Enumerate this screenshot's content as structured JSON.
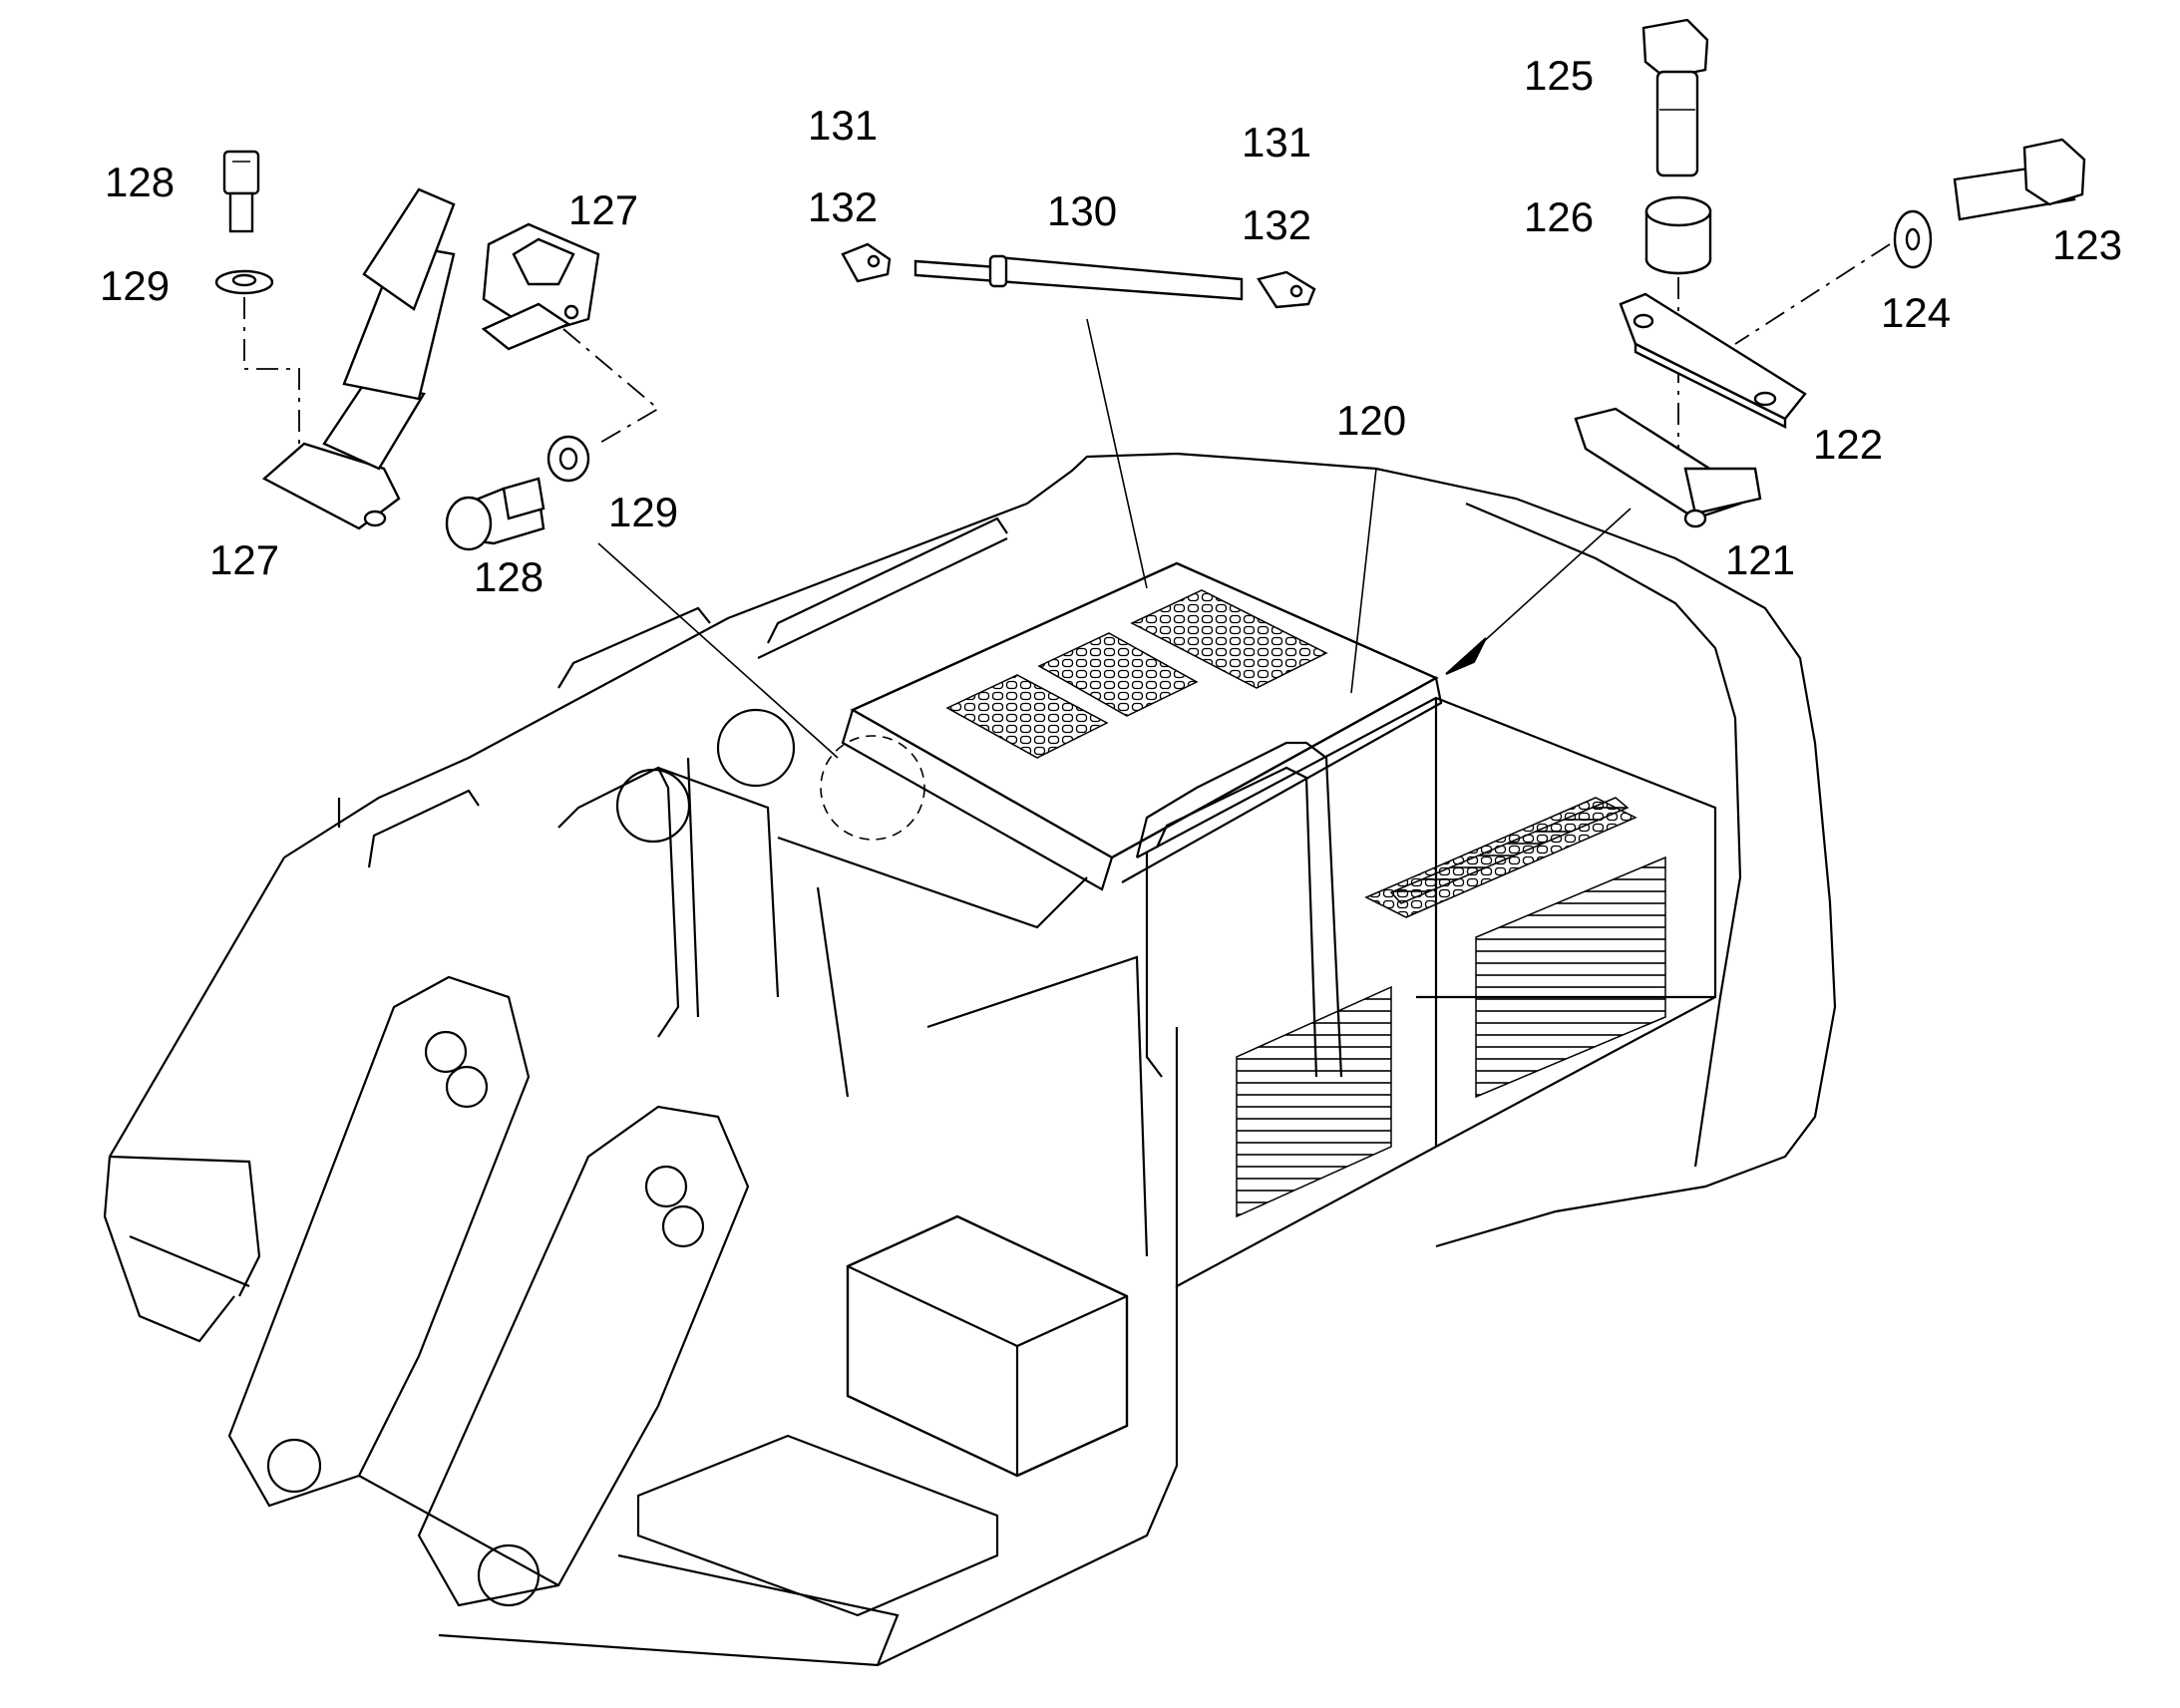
{
  "callouts": {
    "c120": "120",
    "c121": "121",
    "c122": "122",
    "c123": "123",
    "c124": "124",
    "c125": "125",
    "c126": "126",
    "c127_a": "127",
    "c127_b": "127",
    "c128_a": "128",
    "c128_b": "128",
    "c129_a": "129",
    "c129_b": "129",
    "c130": "130",
    "c131_a": "131",
    "c131_b": "131",
    "c132_a": "132",
    "c132_b": "132"
  },
  "colors": {
    "line": "#000000",
    "background": "#ffffff"
  }
}
